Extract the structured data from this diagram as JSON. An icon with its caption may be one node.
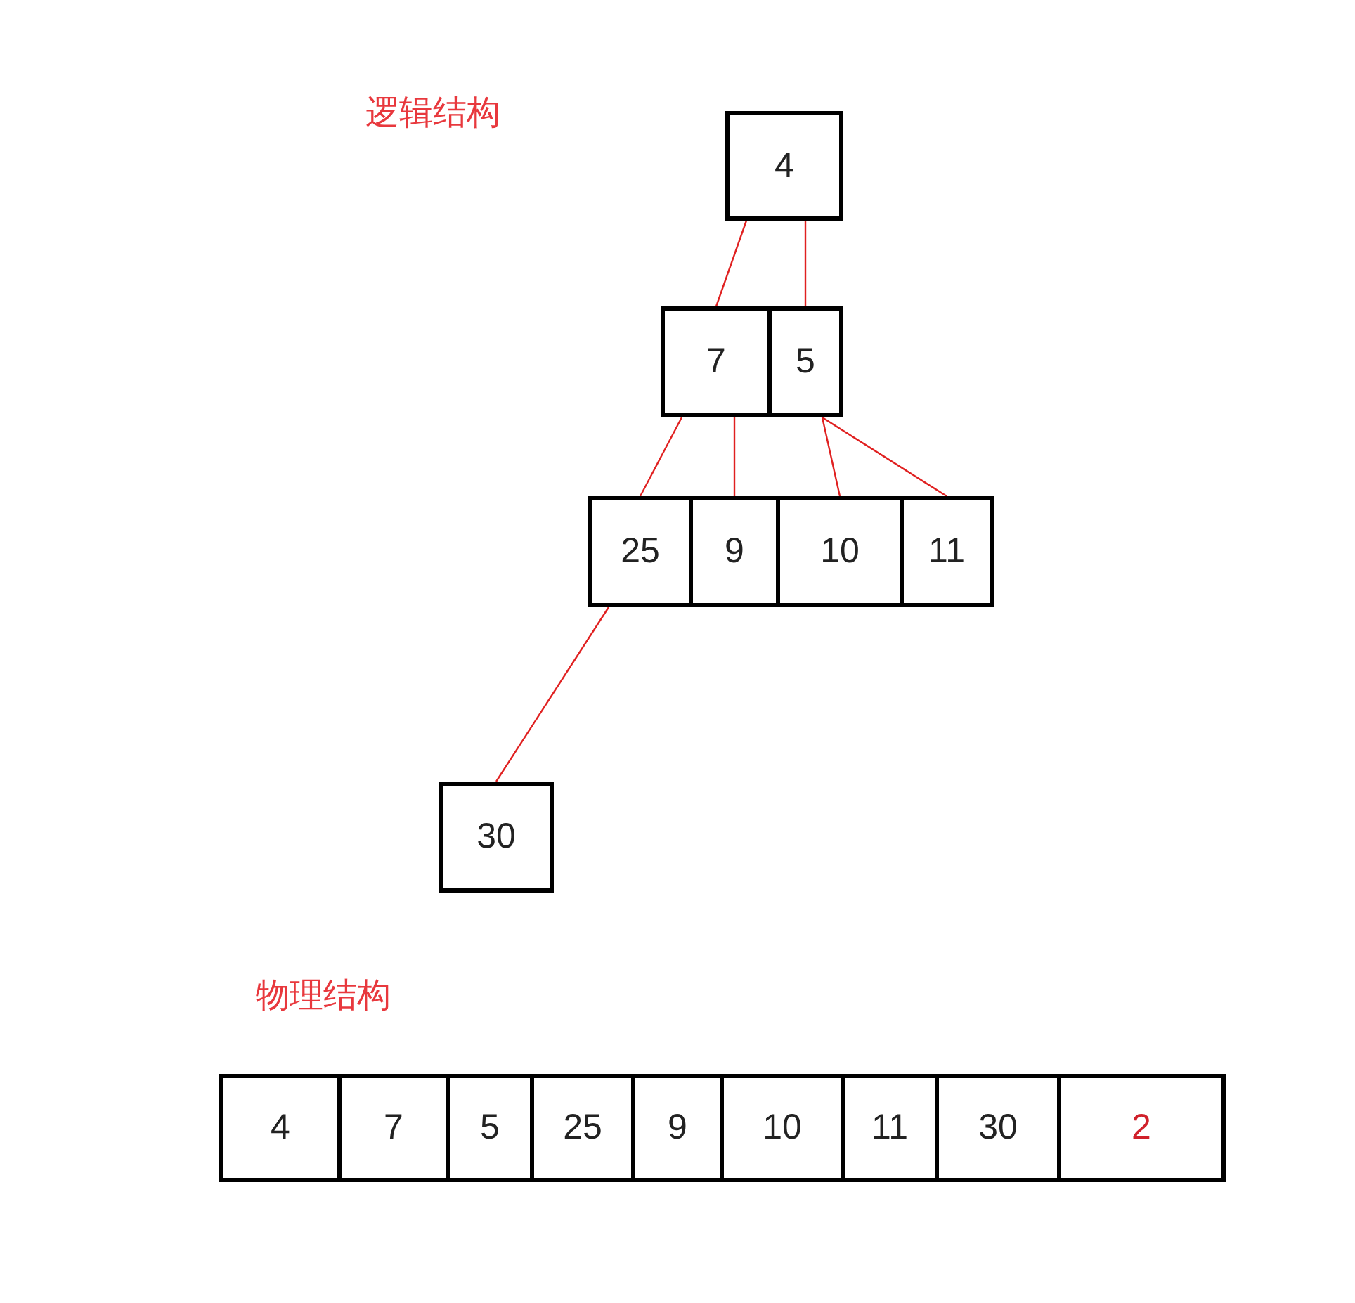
{
  "diagram": {
    "nodes": [
      {
        "text": [
          "4"
        ]
      },
      {
        "text": [
          "7"
        ]
      },
      {
        "text": [
          "5"
        ]
      },
      {
        "text": [
          "25"
        ]
      },
      {
        "text": [
          "9"
        ]
      },
      {
        "text": [
          "10"
        ]
      },
      {
        "text": [
          "11"
        ]
      },
      {
        "text": [
          "30"
        ]
      },
      {
        "text": [
          "4"
        ]
      },
      {
        "text": [
          "7"
        ]
      },
      {
        "text": [
          "5"
        ]
      },
      {
        "text": [
          "25"
        ]
      },
      {
        "text": [
          "9"
        ]
      },
      {
        "text": [
          "10"
        ]
      },
      {
        "text": [
          "11"
        ]
      },
      {
        "text": [
          "30"
        ]
      },
      {
        "text": [
          "2"
        ]
      }
    ],
    "edges": [
      {
        "from": 0,
        "to": 1,
        "arrow": "none"
      },
      {
        "from": 0,
        "to": 2,
        "arrow": "none"
      },
      {
        "from": 1,
        "to": 3,
        "arrow": "none"
      },
      {
        "from": 1,
        "to": 4,
        "arrow": "none"
      },
      {
        "from": 2,
        "to": 5,
        "arrow": "none"
      },
      {
        "from": 2,
        "to": 6,
        "arrow": "none"
      },
      {
        "from": 3,
        "to": 7,
        "arrow": "none"
      }
    ],
    "labels": [
      "逻辑结构",
      "物理结构"
    ]
  }
}
